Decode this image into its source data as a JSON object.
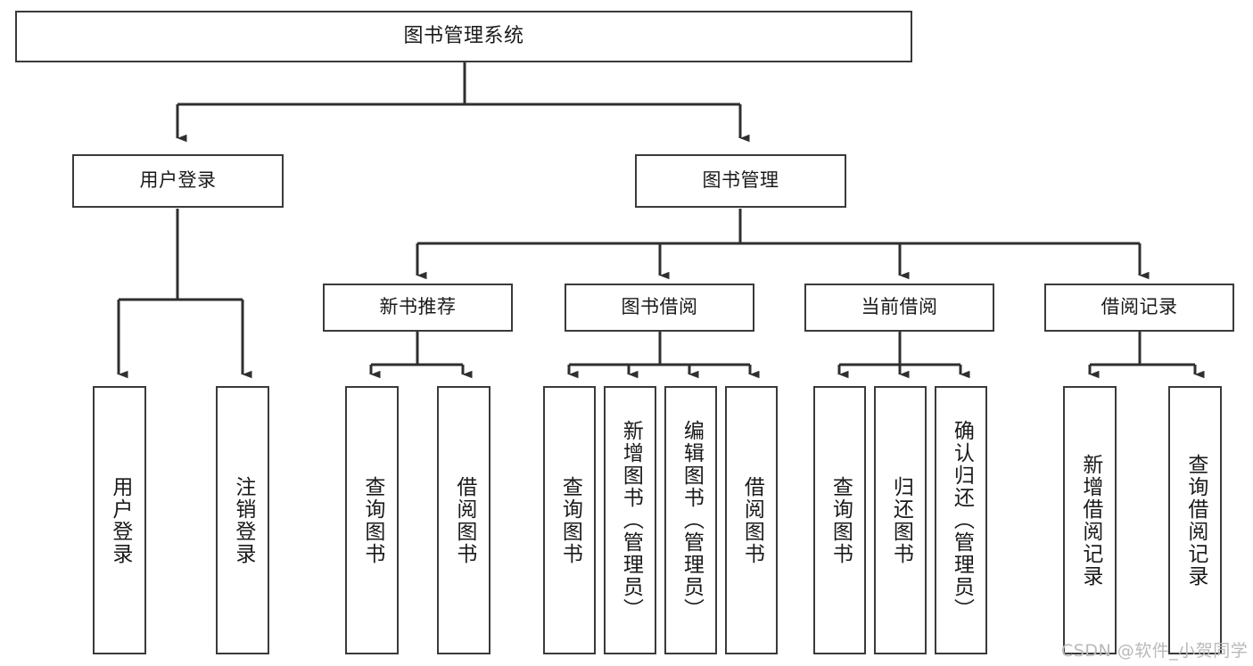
{
  "diagram": {
    "type": "tree-hierarchy",
    "title": "图书管理系统",
    "nodes": {
      "root": {
        "label": "图书管理系统"
      },
      "level2": [
        {
          "id": "user-login",
          "label": "用户登录"
        },
        {
          "id": "book-manage",
          "label": "图书管理"
        }
      ],
      "level3": [
        {
          "id": "new-book-recommend",
          "label": "新书推荐"
        },
        {
          "id": "book-borrow",
          "label": "图书借阅"
        },
        {
          "id": "current-borrow",
          "label": "当前借阅"
        },
        {
          "id": "borrow-record",
          "label": "借阅记录"
        }
      ],
      "leaves": {
        "user-login": [
          {
            "id": "leaf-user-login",
            "label": "用户登录"
          },
          {
            "id": "leaf-user-logout",
            "label": "注销登录"
          }
        ],
        "new-book-recommend": [
          {
            "id": "leaf-query-book-1",
            "label": "查询图书"
          },
          {
            "id": "leaf-borrow-book-1",
            "label": "借阅图书"
          }
        ],
        "book-borrow": [
          {
            "id": "leaf-query-book-2",
            "label": "查询图书"
          },
          {
            "id": "leaf-add-book",
            "label": "新增图书（管理员）"
          },
          {
            "id": "leaf-edit-book",
            "label": "编辑图书（管理员）"
          },
          {
            "id": "leaf-borrow-book-2",
            "label": "借阅图书"
          }
        ],
        "current-borrow": [
          {
            "id": "leaf-query-book-3",
            "label": "查询图书"
          },
          {
            "id": "leaf-return-book",
            "label": "归还图书"
          },
          {
            "id": "leaf-confirm-return",
            "label": "确认归还（管理员）"
          }
        ],
        "borrow-record": [
          {
            "id": "leaf-add-record",
            "label": "新增借阅记录"
          },
          {
            "id": "leaf-query-record",
            "label": "查询借阅记录"
          }
        ]
      }
    },
    "colors": {
      "box_border": "#3a3a3a",
      "box_fill": "#ffffff",
      "connector": "#2f2f2f",
      "text": "#1a1a1a",
      "watermark": "#b9b9b9"
    }
  },
  "watermark": {
    "text": "CSDN @软件_小贺同学"
  }
}
